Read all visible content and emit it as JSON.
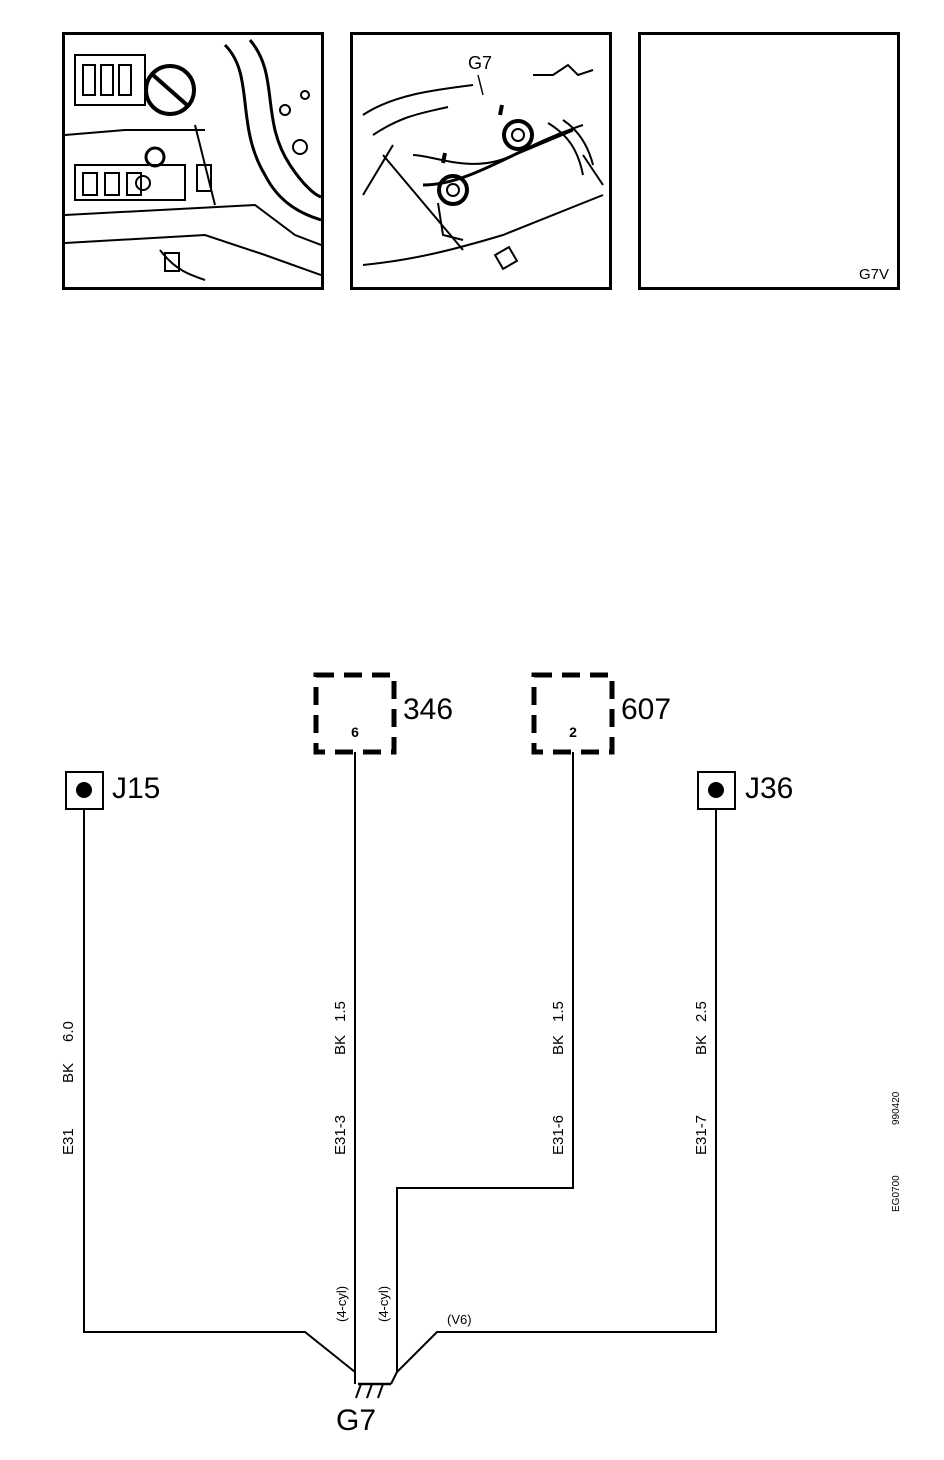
{
  "photos": {
    "engine_bay_label": "",
    "ground_point_label": "G7",
    "placeholder_label": "G7V"
  },
  "components": {
    "c346": {
      "id": "346",
      "pin": "6"
    },
    "c607": {
      "id": "607",
      "pin": "2"
    }
  },
  "connectors": {
    "j15": "J15",
    "j36": "J36"
  },
  "wires": [
    {
      "circuit": "E31",
      "color": "BK",
      "size": "6.0"
    },
    {
      "circuit": "E31-3",
      "color": "BK",
      "size": "1.5"
    },
    {
      "circuit": "E31-6",
      "color": "BK",
      "size": "1.5"
    },
    {
      "circuit": "E31-7",
      "color": "BK",
      "size": "2.5"
    }
  ],
  "variants": {
    "cyl4_a": "(4-cyl)",
    "cyl4_b": "(4-cyl)",
    "v6": "(V6)"
  },
  "ground": "G7",
  "codes": {
    "date": "990420",
    "figure": "EG0700"
  }
}
